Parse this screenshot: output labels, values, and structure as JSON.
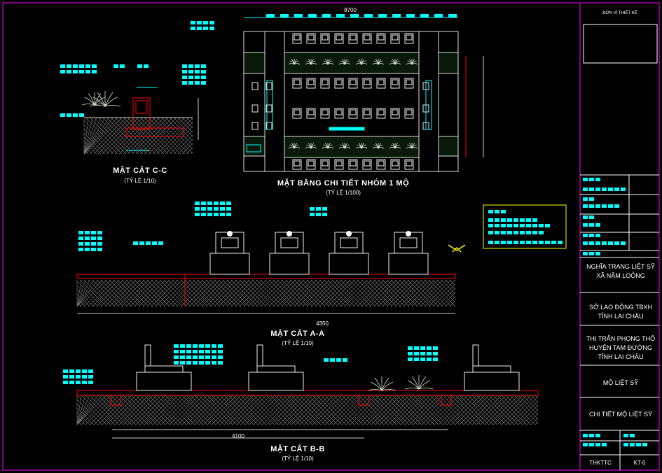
{
  "colors": {
    "background": "#000000",
    "frame": "#ff00ff",
    "cyan": "#00ffff",
    "red": "#ff0000",
    "yellow": "#ffff00",
    "green": "#4caf50",
    "white": "#ffffff"
  },
  "drawing": {
    "section_cc": {
      "title": "MẶT CẮT C-C",
      "scale": "(TỶ LỆ 1/10)"
    },
    "plan": {
      "title": "MẶT BẰNG CHI TIẾT NHÓM 1 MỘ",
      "scale": "(TỶ LỆ 1/100)",
      "overall_dim": "8700"
    },
    "section_a": {
      "title": "MẶT CẮT A-A",
      "scale": "(TỶ LỆ 1/10)",
      "total_dim": "4350"
    },
    "section_b": {
      "title": "MẶT CẮT B-B",
      "scale": "(TỶ LỆ 1/10)",
      "total_dim": "4100"
    }
  },
  "title_block": {
    "designer_label": "ĐƠN VỊ THIẾT KẾ",
    "project_name": "NGHĨA TRANG LIỆT SỸ XÃ NẬM LOỎNG",
    "owner": "SỞ LAO ĐỘNG TBXH TỈNH LAI CHÂU",
    "location": "THỊ TRẤN PHONG THỔ HUYỆN TAM ĐƯỜNG TỈNH LAI CHÂU",
    "item": "MỘ LIỆT SỸ",
    "sheet_title": "CHI TIẾT MỘ LIỆT SỸ",
    "stage": "THKTTC",
    "sheet_no": "KT-0"
  }
}
